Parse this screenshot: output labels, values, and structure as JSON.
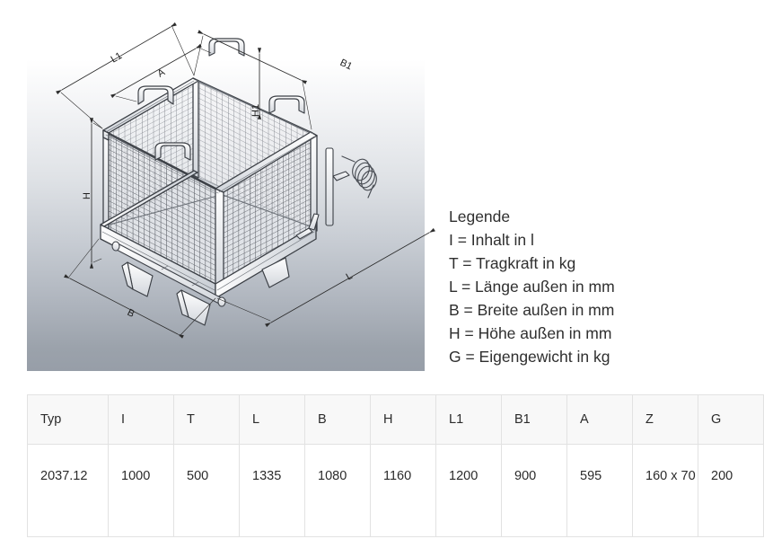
{
  "drawing": {
    "alt": "isometric technical drawing of a mesh stacking container",
    "dimension_labels": [
      {
        "id": "L1",
        "text": "L1"
      },
      {
        "id": "A",
        "text": "A"
      },
      {
        "id": "B1",
        "text": "B1"
      },
      {
        "id": "H1",
        "text": "H1"
      },
      {
        "id": "H",
        "text": "H"
      },
      {
        "id": "B",
        "text": "B"
      },
      {
        "id": "L",
        "text": "L"
      }
    ],
    "background_top_color": "#ffffff",
    "background_bottom_color": "#9ba2ab",
    "line_color": "#4a4a4a"
  },
  "legend": {
    "title": "Legende",
    "lines": [
      "I = Inhalt in l",
      "T = Tragkraft in kg",
      "L = Länge außen in mm",
      "B = Breite außen in mm",
      "H = Höhe außen in mm",
      "G = Eigengewicht in kg"
    ]
  },
  "spec_table": {
    "headers": [
      "Typ",
      "I",
      "T",
      "L",
      "B",
      "H",
      "L1",
      "B1",
      "A",
      "Z",
      "G"
    ],
    "rows": [
      [
        "2037.12",
        "1000",
        "500",
        "1335",
        "1080",
        "1160",
        "1200",
        "900",
        "595",
        "160 x 70",
        "200"
      ]
    ]
  }
}
